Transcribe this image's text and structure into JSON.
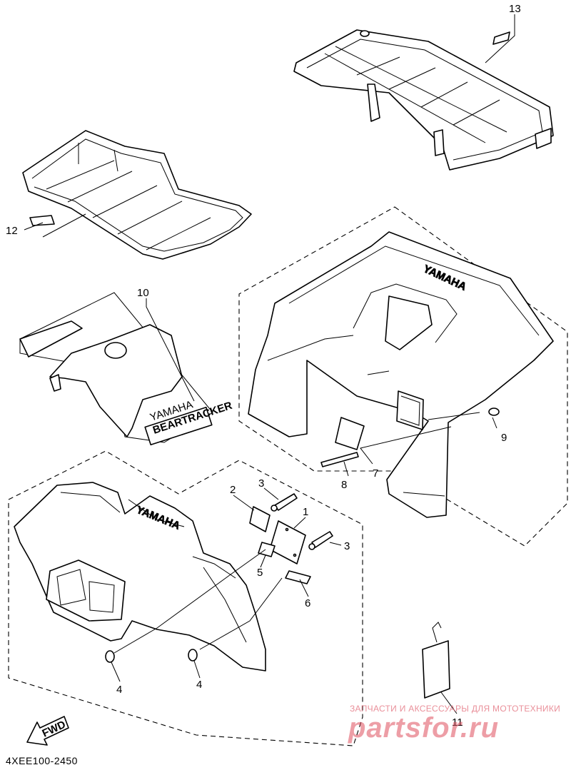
{
  "diagram": {
    "part_numbers": [
      "1",
      "2",
      "3",
      "3",
      "4",
      "4",
      "5",
      "6",
      "7",
      "8",
      "9",
      "10",
      "11",
      "12",
      "13"
    ],
    "fwd_label": "FWD",
    "yamaha_text": "YAMAHA",
    "bear_decal_small": "YAMAHA",
    "bear_decal_text": "BEARTRACKER",
    "drawing_code": "4XEE100-2450"
  },
  "watermark": {
    "tagline": "ЗАПЧАСТИ И АКСЕССУАРЫ ДЛЯ МОТОТЕХНИКИ",
    "brand": "partsfor.ru"
  }
}
